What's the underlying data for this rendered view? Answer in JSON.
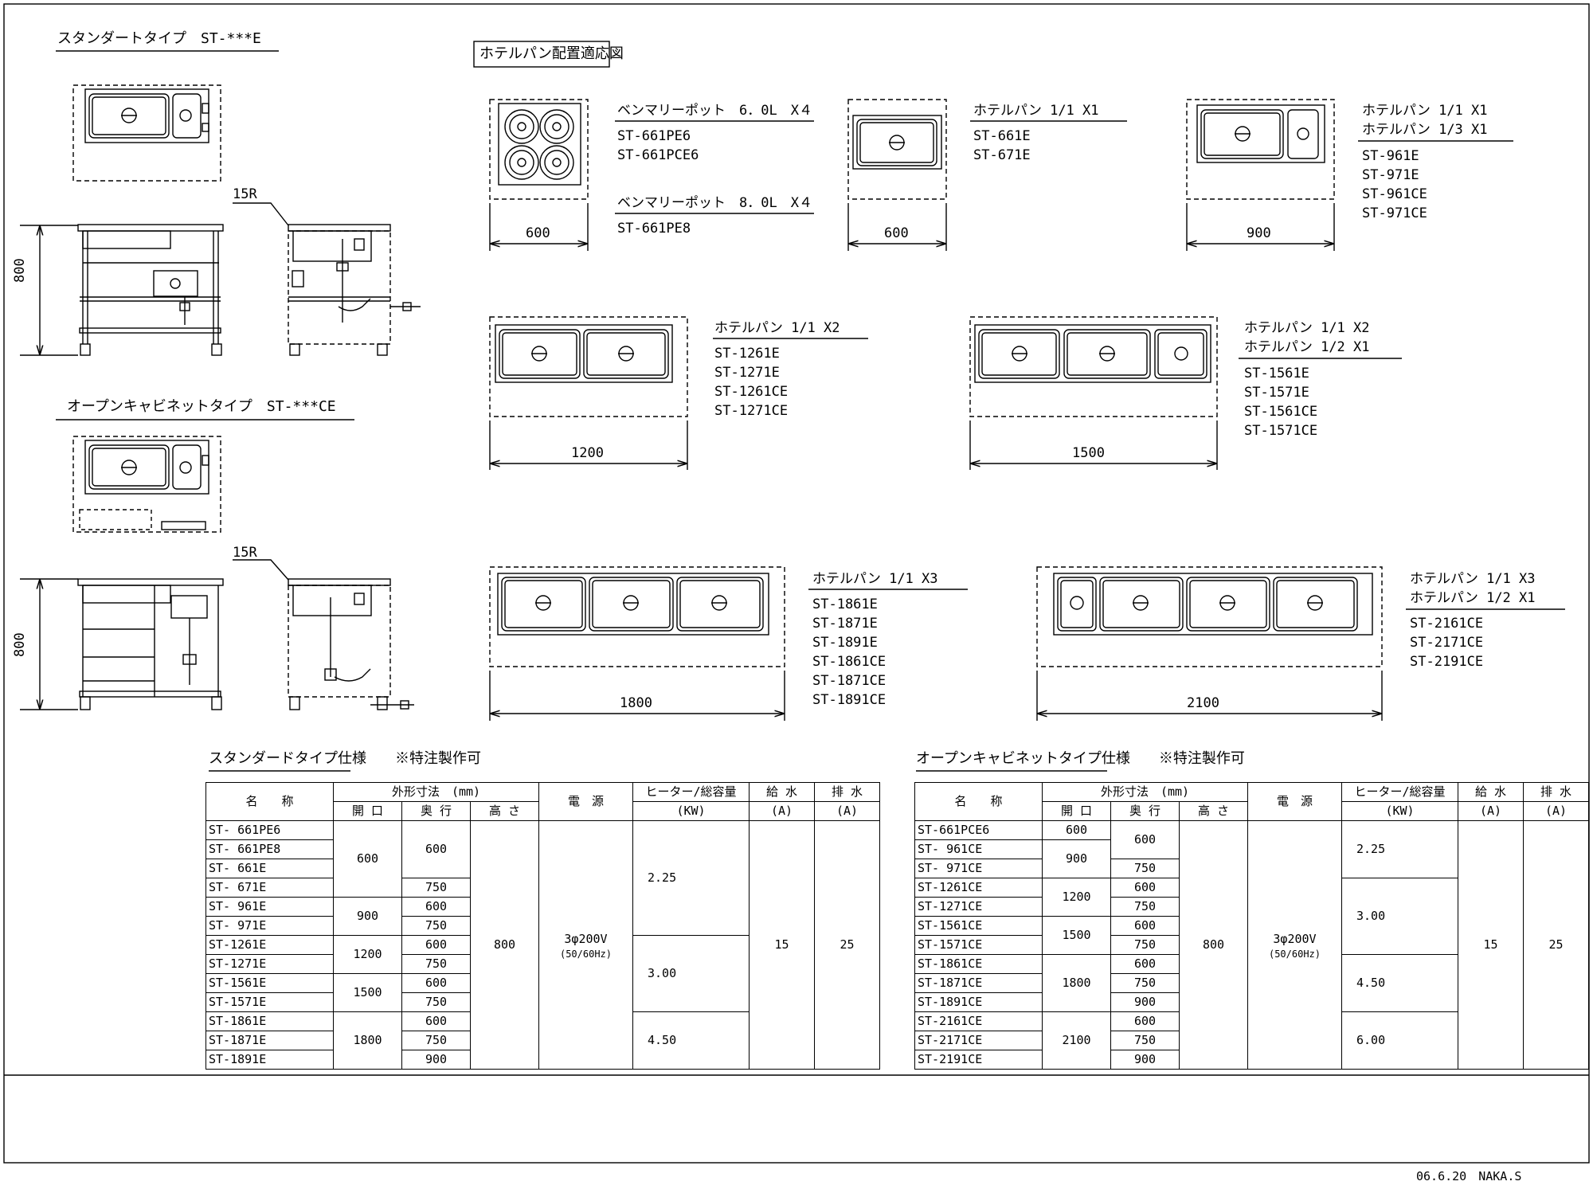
{
  "sections": {
    "standard_title": "スタンダートタイプ　ST-***E",
    "open_title": "オープンキャビネットタイプ　ST-***CE",
    "layout_title": "ホテルパン配置適応図"
  },
  "dims": {
    "height": "800",
    "corner": "15R"
  },
  "layouts": [
    {
      "width": "600",
      "lines1": [
        "ベンマリーポット　6．0L　X４"
      ],
      "models1": [
        "ST-661PE6",
        "ST-661PCE6"
      ],
      "lines2": [
        "ベンマリーポット　8．0L　X４"
      ],
      "models2": [
        "ST-661PE8"
      ]
    },
    {
      "width": "600",
      "lines1": [
        "ホテルパン 1/1 X1"
      ],
      "models1": [
        "ST-661E",
        "ST-671E"
      ]
    },
    {
      "width": "900",
      "lines1": [
        "ホテルパン 1/1 X1",
        "ホテルパン 1/3 X1"
      ],
      "models1": [
        "ST-961E",
        "ST-971E",
        "ST-961CE",
        "ST-971CE"
      ]
    },
    {
      "width": "1200",
      "lines1": [
        "ホテルパン 1/1 X2"
      ],
      "models1": [
        "ST-1261E",
        "ST-1271E",
        "ST-1261CE",
        "ST-1271CE"
      ]
    },
    {
      "width": "1500",
      "lines1": [
        "ホテルパン 1/1 X2",
        "ホテルパン 1/2 X1"
      ],
      "models1": [
        "ST-1561E",
        "ST-1571E",
        "ST-1561CE",
        "ST-1571CE"
      ]
    },
    {
      "width": "1800",
      "lines1": [
        "ホテルパン 1/1 X3"
      ],
      "models1": [
        "ST-1861E",
        "ST-1871E",
        "ST-1891E",
        "ST-1861CE",
        "ST-1871CE",
        "ST-1891CE"
      ]
    },
    {
      "width": "2100",
      "lines1": [
        "ホテルパン 1/1 X3",
        "ホテルパン 1/2 X1"
      ],
      "models1": [
        "ST-2161CE",
        "ST-2171CE",
        "ST-2191CE"
      ]
    }
  ],
  "spec_tables": {
    "standard": {
      "title": "スタンダードタイプ仕様　　※特注製作可",
      "headers": {
        "name": "名　　称",
        "dims": "外形寸法　(mm)",
        "opening": "開 口",
        "depth": "奥 行",
        "height": "高 さ",
        "power": "電　源",
        "heater": "ヒーター/総容量",
        "heater_unit": "(KW)",
        "water_in": "給 水",
        "water_in_unit": "(A)",
        "drain": "排 水",
        "drain_unit": "(A)"
      },
      "rows": [
        "ST- 661PE6",
        "ST- 661PE8",
        "ST- 661E",
        "ST- 671E",
        "ST- 961E",
        "ST- 971E",
        "ST-1261E",
        "ST-1271E",
        "ST-1561E",
        "ST-1571E",
        "ST-1861E",
        "ST-1871E",
        "ST-1891E"
      ],
      "opening_groups": [
        {
          "span": 4,
          "value": "600"
        },
        {
          "span": 2,
          "value": "900"
        },
        {
          "span": 2,
          "value": "1200"
        },
        {
          "span": 2,
          "value": "1500"
        },
        {
          "span": 3,
          "value": "1800"
        }
      ],
      "depth_groups": [
        {
          "span": 3,
          "value": "600"
        },
        {
          "span": 1,
          "value": "750"
        },
        {
          "span": 1,
          "value": "600"
        },
        {
          "span": 1,
          "value": "750"
        },
        {
          "span": 1,
          "value": "600"
        },
        {
          "span": 1,
          "value": "750"
        },
        {
          "span": 1,
          "value": "600"
        },
        {
          "span": 1,
          "value": "750"
        },
        {
          "span": 1,
          "value": "600"
        },
        {
          "span": 1,
          "value": "750"
        },
        {
          "span": 1,
          "value": "900"
        }
      ],
      "height": "800",
      "power": "3φ200V",
      "power_sub": "(50/60Hz)",
      "heater_groups": [
        {
          "span": 6,
          "value": "2.25"
        },
        {
          "span": 4,
          "value": "3.00"
        },
        {
          "span": 3,
          "value": "4.50"
        }
      ],
      "water_in": "15",
      "drain": "25"
    },
    "open": {
      "title": "オープンキャビネットタイプ仕様　　※特注製作可",
      "rows": [
        "ST-661PCE6",
        "ST- 961CE",
        "ST- 971CE",
        "ST-1261CE",
        "ST-1271CE",
        "ST-1561CE",
        "ST-1571CE",
        "ST-1861CE",
        "ST-1871CE",
        "ST-1891CE",
        "ST-2161CE",
        "ST-2171CE",
        "ST-2191CE"
      ],
      "opening_groups": [
        {
          "span": 1,
          "value": "600"
        },
        {
          "span": 2,
          "value": "900"
        },
        {
          "span": 2,
          "value": "1200"
        },
        {
          "span": 2,
          "value": "1500"
        },
        {
          "span": 3,
          "value": "1800"
        },
        {
          "span": 3,
          "value": "2100"
        }
      ],
      "depth_groups": [
        {
          "span": 2,
          "value": "600"
        },
        {
          "span": 1,
          "value": "750"
        },
        {
          "span": 1,
          "value": "600"
        },
        {
          "span": 1,
          "value": "750"
        },
        {
          "span": 1,
          "value": "600"
        },
        {
          "span": 1,
          "value": "750"
        },
        {
          "span": 1,
          "value": "600"
        },
        {
          "span": 1,
          "value": "750"
        },
        {
          "span": 1,
          "value": "900"
        },
        {
          "span": 1,
          "value": "600"
        },
        {
          "span": 1,
          "value": "750"
        },
        {
          "span": 1,
          "value": "900"
        }
      ],
      "height": "800",
      "power": "3φ200V",
      "power_sub": "(50/60Hz)",
      "heater_groups": [
        {
          "span": 3,
          "value": "2.25"
        },
        {
          "span": 4,
          "value": "3.00"
        },
        {
          "span": 3,
          "value": "4.50"
        },
        {
          "span": 3,
          "value": "6.00"
        }
      ],
      "water_in": "15",
      "drain": "25"
    }
  },
  "footer": {
    "stamp": "06.6.20　NAKA.S"
  }
}
